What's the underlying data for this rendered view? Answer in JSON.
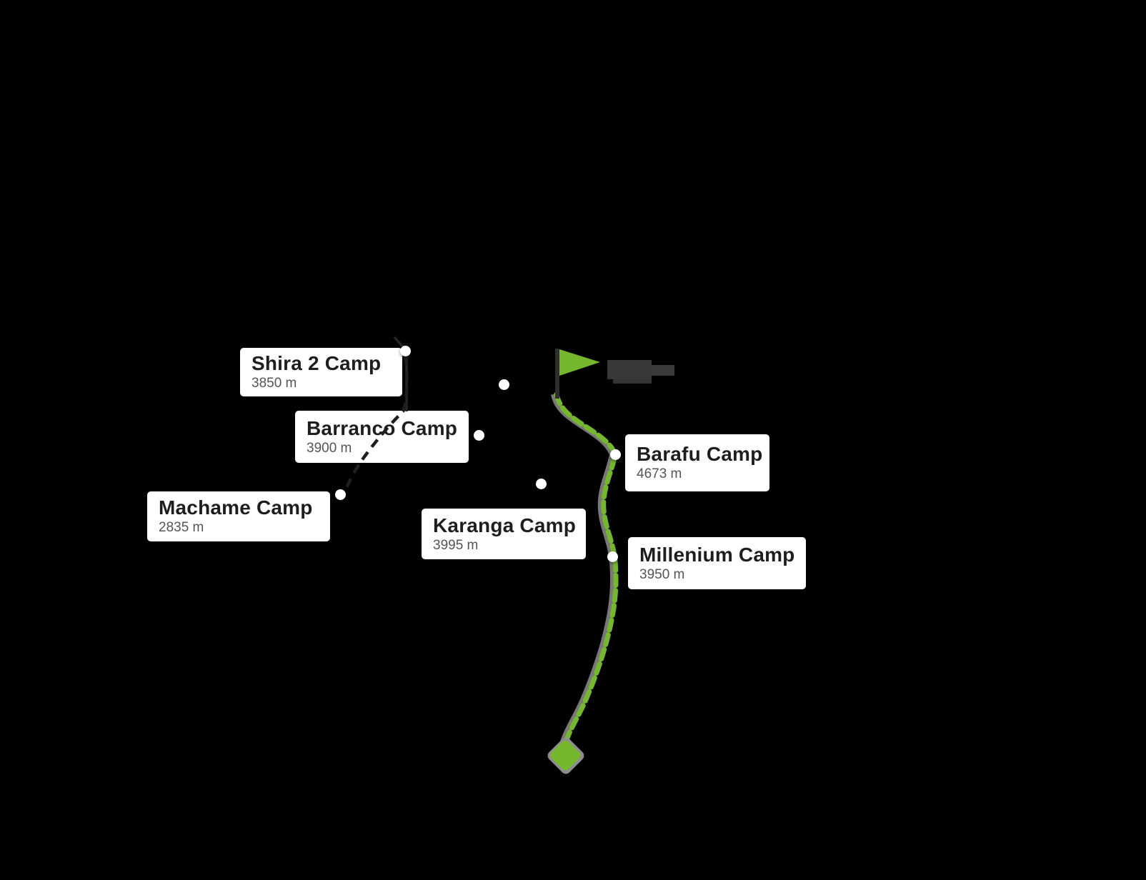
{
  "map": {
    "description": "Kilimanjaro trekking route map on black background",
    "background": "#000000",
    "colors": {
      "route_green": "#76b82d",
      "trail_casing_gray": "#8d8d8d",
      "dashed_trail_dark": "#1f1f1f",
      "card_background": "#ffffff",
      "camp_name_text": "#1e1e1e",
      "elevation_text": "#545454",
      "flag_pole": "#2e2e2e",
      "obscured_label": "#383838"
    },
    "camps": [
      {
        "name": "Shira 2 Camp",
        "elevation": "3850 m"
      },
      {
        "name": "Barranco Camp",
        "elevation": "3900 m"
      },
      {
        "name": "Machame Camp",
        "elevation": "2835 m"
      },
      {
        "name": "Karanga Camp",
        "elevation": "3995 m"
      },
      {
        "name": "Barafu Camp",
        "elevation": "4673 m"
      },
      {
        "name": "Millenium Camp",
        "elevation": "3950 m"
      }
    ],
    "markers": {
      "camp_dots": 7,
      "summit_flag": "green pennant flag on dark pole",
      "summit_label": "illegible dark pixelated text right of flag",
      "trail_end": "green rounded diamond marker at bottom of route"
    }
  }
}
